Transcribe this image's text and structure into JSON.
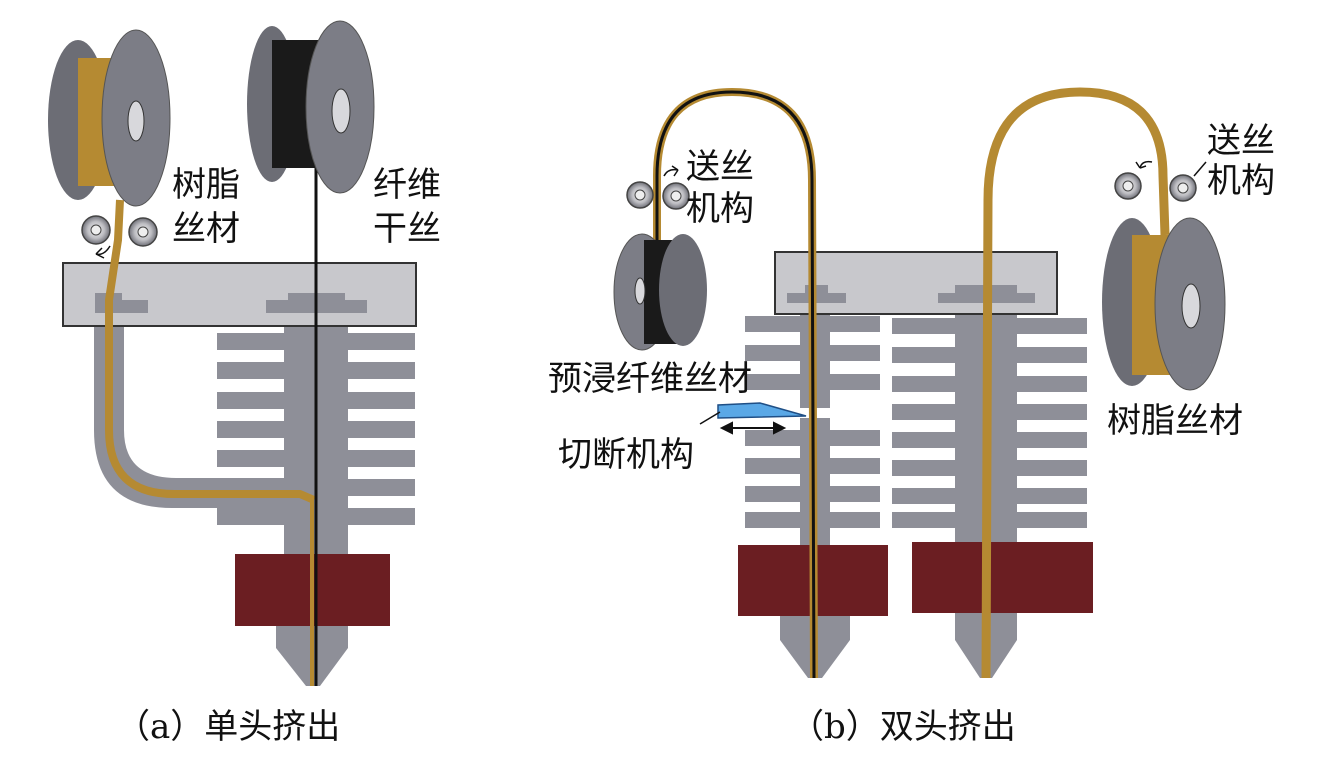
{
  "panels": {
    "a": {
      "caption": "（a）单头挤出",
      "resin_label": [
        "树脂",
        "丝材"
      ],
      "fiber_label": [
        "纤维",
        "干丝"
      ]
    },
    "b": {
      "caption": "（b）双头挤出",
      "feed_left_label": [
        "送丝",
        "机构"
      ],
      "feed_right_label": [
        "送丝",
        "机构"
      ],
      "prepreg_label": "预浸纤维丝材",
      "cutter_label": "切断机构",
      "resin_label": "树脂丝材"
    }
  },
  "colors": {
    "resin_filament": "#b58a32",
    "fiber_filament": "#111111",
    "hotend_body": "#8e8f98",
    "heater_block": "#6b1e22",
    "mount_plate": "#c8c8cc",
    "spool": "#7c7d86",
    "cutter_blade": "#5aa8e6"
  },
  "icons": [
    "spool-icon",
    "feed-roller-icon",
    "cutter-blade-icon",
    "double-arrow-icon"
  ]
}
